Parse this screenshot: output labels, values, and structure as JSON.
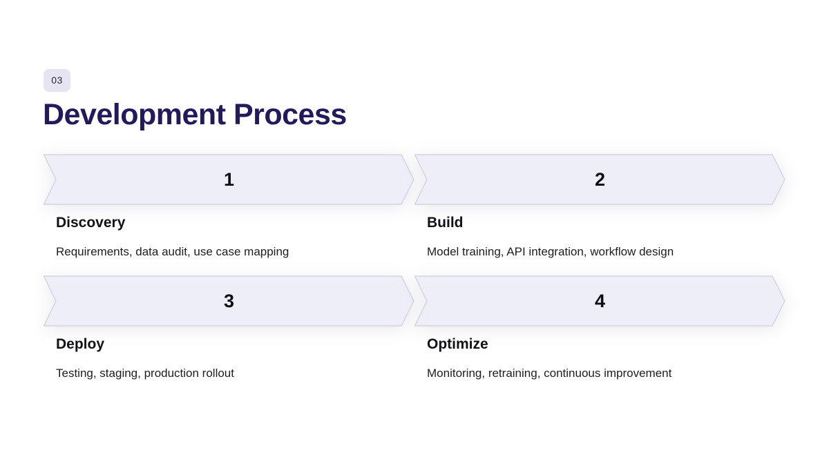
{
  "header": {
    "section_number": "03",
    "title": "Development Process"
  },
  "colors": {
    "title": "#231a5c",
    "badge_bg": "#e6e4f0",
    "arrow_fill": "#eeeef8",
    "arrow_stroke": "#cfcfdc"
  },
  "steps": [
    {
      "number": "1",
      "title": "Discovery",
      "description": "Requirements, data audit, use case mapping"
    },
    {
      "number": "2",
      "title": "Build",
      "description": "Model training, API integration, workflow design"
    },
    {
      "number": "3",
      "title": "Deploy",
      "description": "Testing, staging, production rollout"
    },
    {
      "number": "4",
      "title": "Optimize",
      "description": "Monitoring, retraining, continuous improvement"
    }
  ]
}
